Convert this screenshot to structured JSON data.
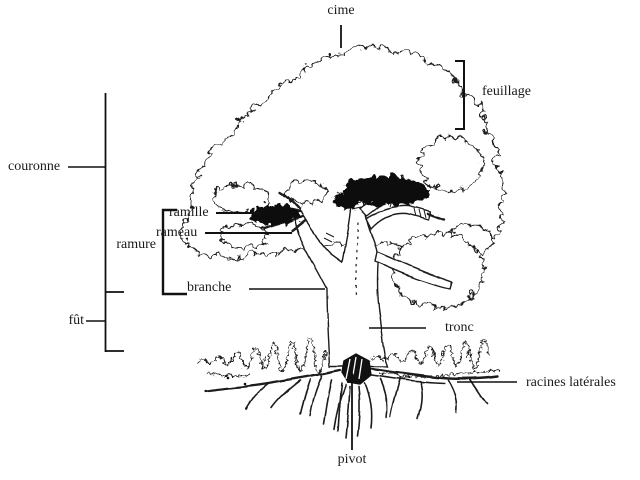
{
  "diagram": {
    "labels": {
      "cime": "cime",
      "feuillage": "feuillage",
      "couronne": "couronne",
      "ramure": "ramure",
      "ramille": "ramille",
      "rameau": "rameau",
      "branche": "branche",
      "fut": "fût",
      "tronc": "tronc",
      "racines_laterales": "racines latérales",
      "pivot": "pivot"
    },
    "colors": {
      "ink": "#1a1a1a",
      "background": "#ffffff",
      "dark_foliage": "#111111"
    }
  }
}
